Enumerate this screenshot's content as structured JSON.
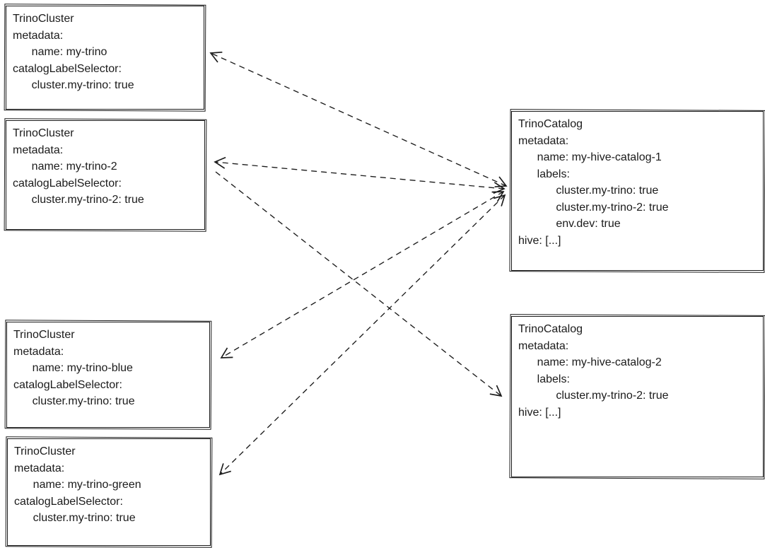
{
  "diagram": {
    "colors": {
      "stroke": "#1b1b1b",
      "bg": "#ffffff"
    },
    "boxes": [
      {
        "kind": "TrinoCluster",
        "name": "my-trino",
        "lines": [
          "TrinoCluster",
          "metadata:",
          "      name: my-trino",
          "catalogLabelSelector:",
          "      cluster.my-trino: true"
        ]
      },
      {
        "kind": "TrinoCluster",
        "name": "my-trino-2",
        "lines": [
          "TrinoCluster",
          "metadata:",
          "      name: my-trino-2",
          "catalogLabelSelector:",
          "      cluster.my-trino-2: true"
        ]
      },
      {
        "kind": "TrinoCluster",
        "name": "my-trino-blue",
        "lines": [
          "TrinoCluster",
          "metadata:",
          "      name: my-trino-blue",
          "catalogLabelSelector:",
          "      cluster.my-trino: true"
        ]
      },
      {
        "kind": "TrinoCluster",
        "name": "my-trino-green",
        "lines": [
          "TrinoCluster",
          "metadata:",
          "      name: my-trino-green",
          "catalogLabelSelector:",
          "      cluster.my-trino: true"
        ]
      },
      {
        "kind": "TrinoCatalog",
        "name": "my-hive-catalog-1",
        "lines": [
          "TrinoCatalog",
          "metadata:",
          "      name: my-hive-catalog-1",
          "      labels:",
          "            cluster.my-trino: true",
          "            cluster.my-trino-2: true",
          "            env.dev: true",
          "hive: [...]"
        ]
      },
      {
        "kind": "TrinoCatalog",
        "name": "my-hive-catalog-2",
        "lines": [
          "TrinoCatalog",
          "metadata:",
          "      name: my-hive-catalog-2",
          "      labels:",
          "            cluster.my-trino-2: true",
          "hive: [...]"
        ]
      }
    ],
    "edges": [
      {
        "from": "my-hive-catalog-1",
        "to": "my-trino",
        "line": "dashed",
        "heads": "both"
      },
      {
        "from": "my-hive-catalog-1",
        "to": "my-trino-2",
        "line": "dashed",
        "heads": "both"
      },
      {
        "from": "my-hive-catalog-1",
        "to": "my-trino-blue",
        "line": "dashed",
        "heads": "both"
      },
      {
        "from": "my-hive-catalog-1",
        "to": "my-trino-green",
        "line": "dashed",
        "heads": "both"
      },
      {
        "from": "my-trino-2",
        "to": "my-hive-catalog-2",
        "line": "dashed",
        "heads": "end"
      }
    ]
  }
}
